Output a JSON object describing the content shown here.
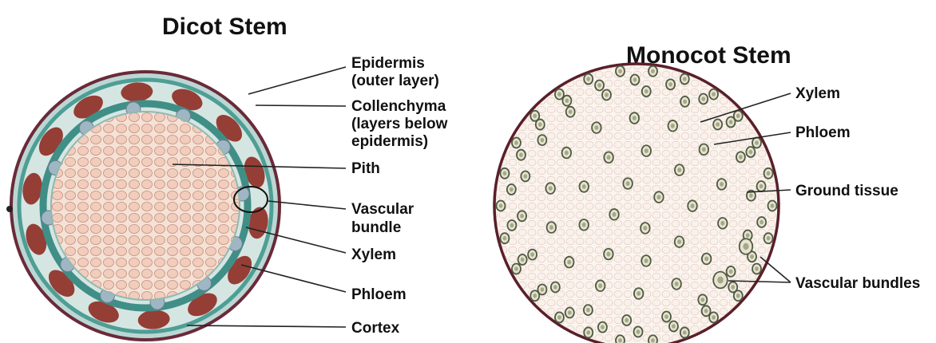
{
  "dicot": {
    "title": "Dicot Stem",
    "labels": {
      "epidermis": "Epidermis",
      "epidermis_note": "(outer layer)",
      "collenchyma": "Collenchyma",
      "collenchyma_note_1": "(layers below",
      "collenchyma_note_2": "epidermis)",
      "pith": "Pith",
      "vascular": "Vascular",
      "vascular_2": "bundle",
      "xylem": "Xylem",
      "phloem": "Phloem",
      "cortex": "Cortex"
    },
    "colors": {
      "pith": "#f3ddd0",
      "pith_cell": "#e6b7a2",
      "phloem": "#8e2b24",
      "xylem_ring": "#3a8f86",
      "cortex": "#c7dedc",
      "epidermis": "#6a2a3a"
    }
  },
  "monocot": {
    "title": "Monocot Stem",
    "labels": {
      "xylem": "Xylem",
      "phloem": "Phloem",
      "ground": "Ground tissue",
      "vascular": "Vascular bundles"
    },
    "colors": {
      "ground": "#f8efe9",
      "bundle": "#6f7a5e",
      "epidermis": "#5a1f2a"
    }
  }
}
